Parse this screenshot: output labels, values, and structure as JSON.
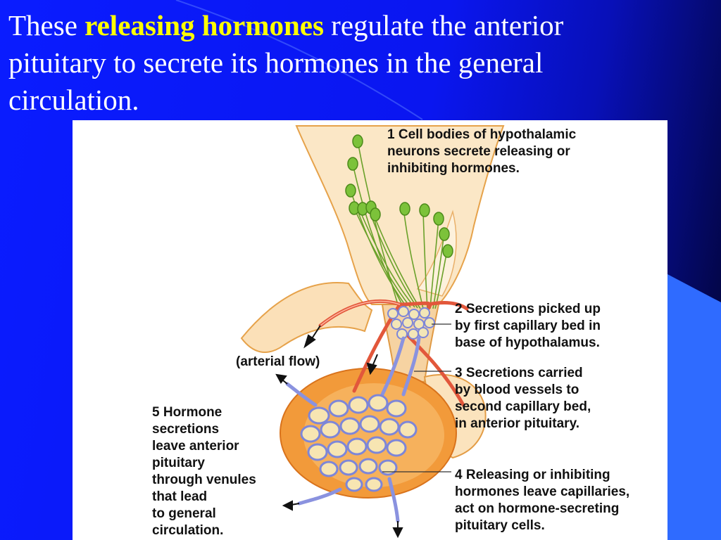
{
  "slide": {
    "title_before": "These ",
    "title_highlight": "releasing hormones",
    "title_after": " regulate the anterior pituitary to secrete its hormones in the general circulation."
  },
  "diagram": {
    "step1": [
      "1  Cell bodies of hypothalamic",
      "neurons secrete releasing or",
      "inhibiting hormones."
    ],
    "step2": [
      "2  Secretions picked up",
      "by first capillary bed in",
      "base of hypothalamus."
    ],
    "step3": [
      "3  Secretions carried",
      "by blood vessels to",
      "second capillary bed,",
      "in anterior pituitary."
    ],
    "step4": [
      "4  Releasing or inhibiting",
      "hormones leave capillaries,",
      "act on hormone-secreting",
      "pituitary cells."
    ],
    "step5": [
      "5  Hormone",
      "secretions",
      "leave anterior",
      "pituitary",
      "through venules",
      "that lead",
      "to general",
      "circulation."
    ],
    "arterial": "(arterial flow)"
  },
  "colors": {
    "background": "#0a16f0",
    "title_text": "#ffffff",
    "highlight": "#ffff00",
    "corner_accent": "#2f6bff"
  }
}
